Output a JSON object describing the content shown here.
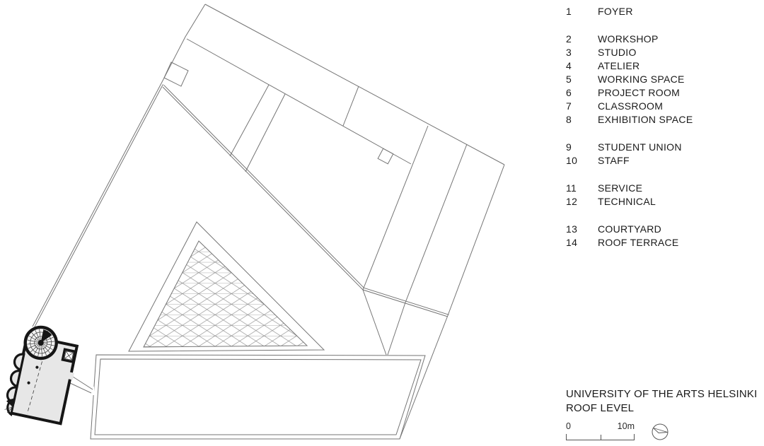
{
  "legend": {
    "groups": [
      {
        "items": [
          {
            "num": "1",
            "label": "FOYER"
          }
        ]
      },
      {
        "items": [
          {
            "num": "2",
            "label": "WORKSHOP"
          },
          {
            "num": "3",
            "label": "STUDIO"
          },
          {
            "num": "4",
            "label": "ATELIER"
          },
          {
            "num": "5",
            "label": "WORKING SPACE"
          },
          {
            "num": "6",
            "label": "PROJECT ROOM"
          },
          {
            "num": "7",
            "label": "CLASSROOM"
          },
          {
            "num": "8",
            "label": "EXHIBITION SPACE"
          }
        ]
      },
      {
        "items": [
          {
            "num": "9",
            "label": "STUDENT UNION"
          },
          {
            "num": "10",
            "label": "STAFF"
          }
        ]
      },
      {
        "items": [
          {
            "num": "11",
            "label": "SERVICE"
          },
          {
            "num": "12",
            "label": "TECHNICAL"
          }
        ]
      },
      {
        "items": [
          {
            "num": "13",
            "label": "COURTYARD"
          },
          {
            "num": "14",
            "label": "ROOF TERRACE"
          }
        ]
      }
    ]
  },
  "title_block": {
    "line1": "UNIVERSITY OF THE ARTS HELSINKI",
    "line2": "ROOF LEVEL"
  },
  "scale_bar": {
    "start_label": "0",
    "end_label": "10m"
  },
  "icons": {
    "north_arrow": "circle-with-needle",
    "spiral_stair": "radial-spoked-circle",
    "elevator": "crossed-box"
  },
  "colors": {
    "background": "#ffffff",
    "plan_line": "#757575",
    "mesh_line": "#8f8f8f",
    "ink": "#161616",
    "historic_fill": "#e7e7e7",
    "text": "#1a1a1a"
  }
}
